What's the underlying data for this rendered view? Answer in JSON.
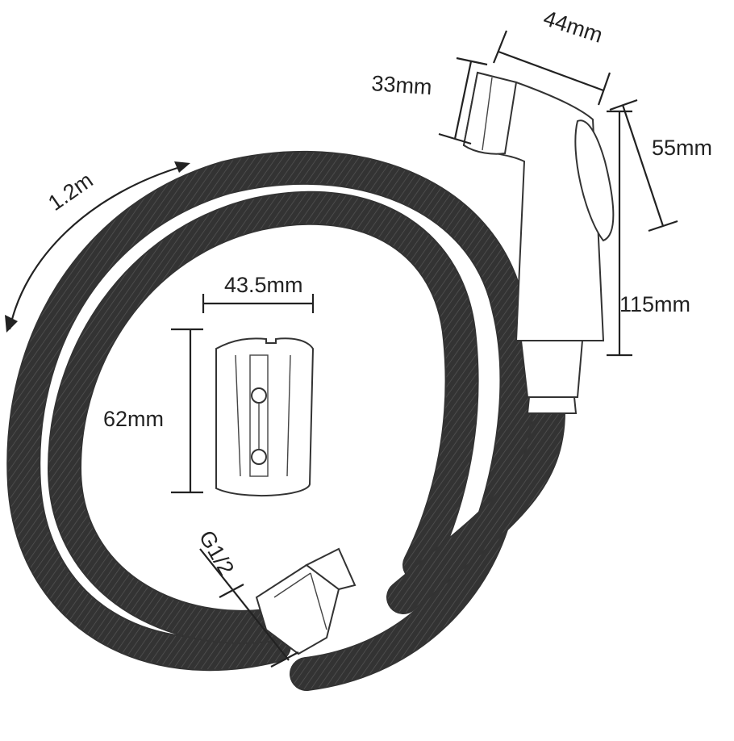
{
  "diagram": {
    "hose_length_label": "1.2m",
    "sprayer_width_label": "44mm",
    "sprayer_nozzle_label": "33mm",
    "sprayer_trigger_label": "55mm",
    "sprayer_handle_label": "115mm",
    "holder_width_label": "43.5mm",
    "holder_height_label": "62mm",
    "thread_label": "G1/2"
  },
  "colors": {
    "line": "#222222",
    "hose_rib": "#555555",
    "background": "#ffffff"
  }
}
